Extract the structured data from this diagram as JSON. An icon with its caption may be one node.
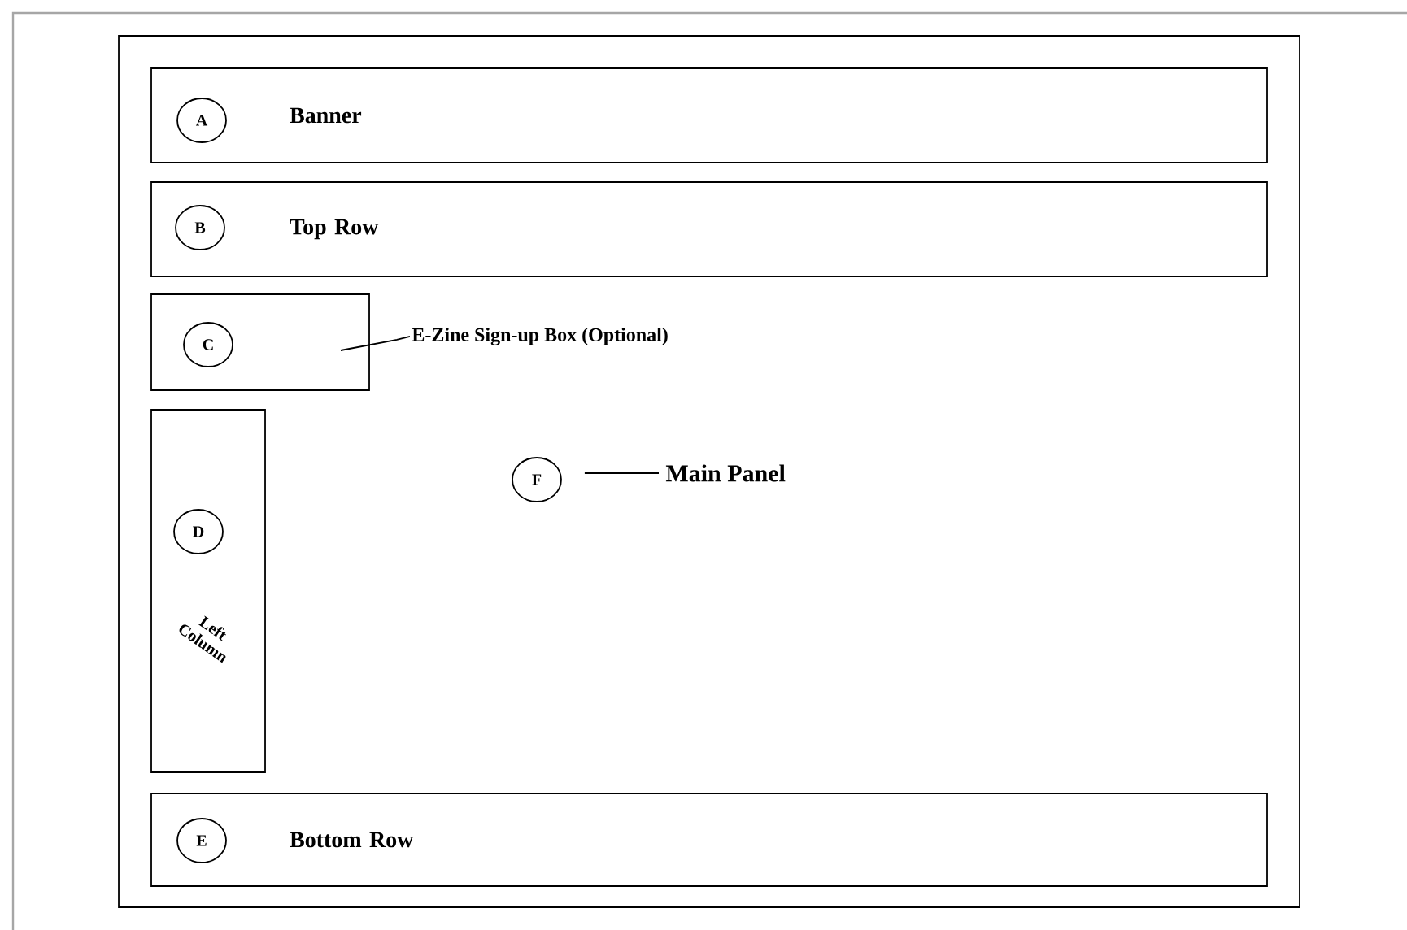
{
  "diagram": {
    "nodes": [
      {
        "text": [],
        "shape": "box"
      },
      {
        "text": [
          "Banner"
        ],
        "in": 0
      },
      {
        "text": [
          "A"
        ],
        "in": 1
      },
      {
        "text": [
          "Top Row"
        ],
        "in": 0
      },
      {
        "text": [
          "B"
        ],
        "in": 3
      },
      {
        "text": [],
        "shape": "box",
        "in": 0
      },
      {
        "text": [
          "C"
        ],
        "in": 5
      },
      {
        "text": [
          "E-Zine Sign-up Box (Optional)"
        ],
        "in": 0
      },
      {
        "text": [
          "Left Column"
        ],
        "in": 0
      },
      {
        "text": [
          "D"
        ],
        "in": 8
      },
      {
        "text": [
          "F"
        ],
        "in": 0
      },
      {
        "text": [
          "Main Panel"
        ],
        "in": 0
      },
      {
        "text": [
          "Bottom Row"
        ],
        "in": 0
      },
      {
        "text": [
          "E"
        ],
        "in": 12
      }
    ],
    "edges": [
      {
        "from": 7,
        "to": 5,
        "arrow": "none"
      },
      {
        "from": 11,
        "to": 10,
        "arrow": "none"
      }
    ]
  }
}
